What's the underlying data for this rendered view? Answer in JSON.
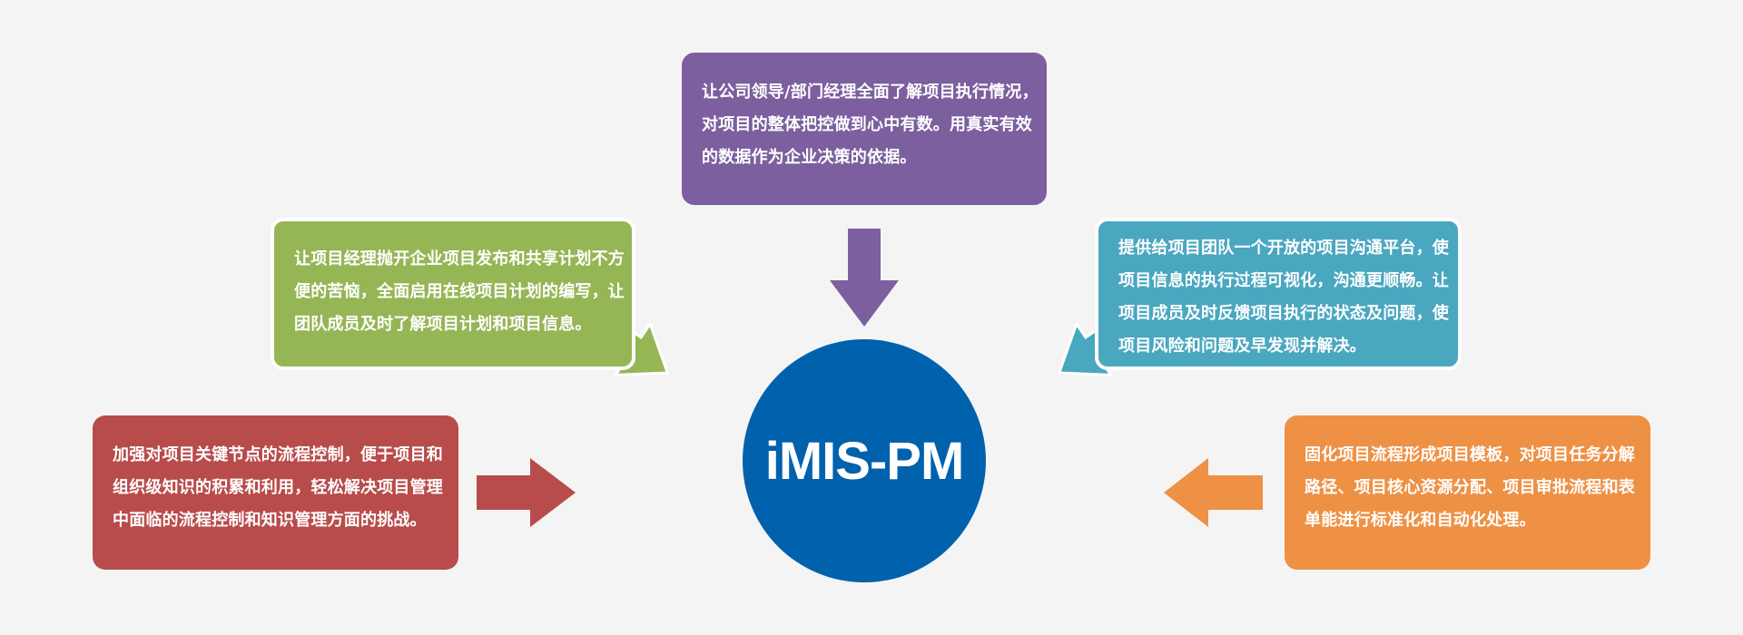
{
  "center": {
    "label": "iMIS-PM",
    "color": "#0061ad"
  },
  "boxes": {
    "top": {
      "color": "#7b5f9e",
      "lines": [
        "让公司领导/部门经理全面了解项目执行情况，",
        "对项目的整体把控做到心中有数。用真实有效",
        "的数据作为企业决策的依据。"
      ]
    },
    "upper_left": {
      "color": "#96b656",
      "lines": [
        "让项目经理抛开企业项目发布和共享计划不方",
        "便的苦恼，全面启用在线项目计划的编写，让",
        "团队成员及时了解项目计划和项目信息。"
      ]
    },
    "upper_right": {
      "color": "#4aa7c0",
      "lines": [
        "提供给项目团队一个开放的项目沟通平台，使",
        "项目信息的执行过程可视化，沟通更顺畅。让",
        "项目成员及时反馈项目执行的状态及问题，使",
        "项目风险和问题及早发现并解决。"
      ]
    },
    "lower_left": {
      "color": "#b84c4b",
      "lines": [
        "加强对项目关键节点的流程控制，便于项目和",
        "组织级知识的积累和利用，轻松解决项目管理",
        "中面临的流程控制和知识管理方面的挑战。"
      ]
    },
    "lower_right": {
      "color": "#ee9145",
      "lines": [
        "固化项目流程形成项目模板，对项目任务分解",
        "路径、项目核心资源分配、项目审批流程和表",
        "单能进行标准化和自动化处理。"
      ]
    }
  }
}
